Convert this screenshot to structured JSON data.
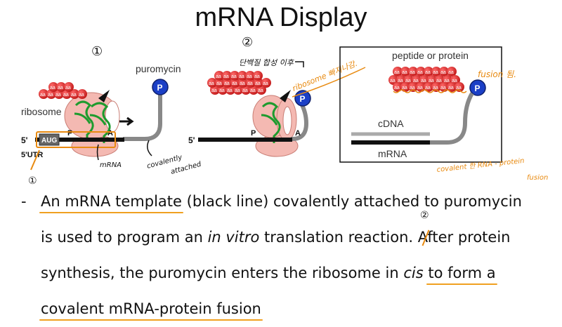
{
  "title": "mRNA Display",
  "diagram": {
    "panel1": {
      "marker": "①",
      "puromycin_label": "puromycin",
      "p_badge": "P",
      "ribosome_label": "ribosome",
      "chain_label": "aa",
      "five_prime": "5'",
      "aug": "AUG",
      "utr": "5'UTR",
      "site_p": "P",
      "site_a": "A",
      "note_mrna": "mRNA",
      "note_covalent_1": "covalently",
      "note_covalent_2": "attached"
    },
    "panel2": {
      "marker": "②",
      "five_prime": "5'",
      "site_p": "P",
      "site_a": "A",
      "p_badge": "P",
      "korean_note": "단백질 합성 이후",
      "ribosome_note": "ribosome 빠져나감."
    },
    "panel3": {
      "label_peptide": "peptide or protein",
      "label_cdna": "cDNA",
      "label_mrna": "mRNA",
      "p_badge": "P",
      "note_fusion": "fusion 됨.",
      "note_covalent_1": "covalent 한 RNA - protein",
      "note_covalent_2": "fusion"
    }
  },
  "body": {
    "bullet": "-",
    "marker1": "①",
    "marker2": "②",
    "l1_underlined": "An mRNA template",
    "l1_rest": " (black line) covalently attached to puromycin",
    "l2_a": "is used to program an ",
    "l2_italic": "in vitro",
    "l2_b": " translation reaction. After protein",
    "l3_a": "synthesis, the puromycin enters the ribosome in ",
    "l3_italic": "cis",
    "l3_b": " ",
    "l3_underlined": "to form a",
    "l4_underlined": "covalent mRNA-protein fusion"
  },
  "colors": {
    "annotation": "#e88a10",
    "aa_bead": "#d32f2f",
    "ribosome": "#f4b9b2",
    "puromycin": "#1b3fc6",
    "green_trna": "#1e9b2e"
  }
}
